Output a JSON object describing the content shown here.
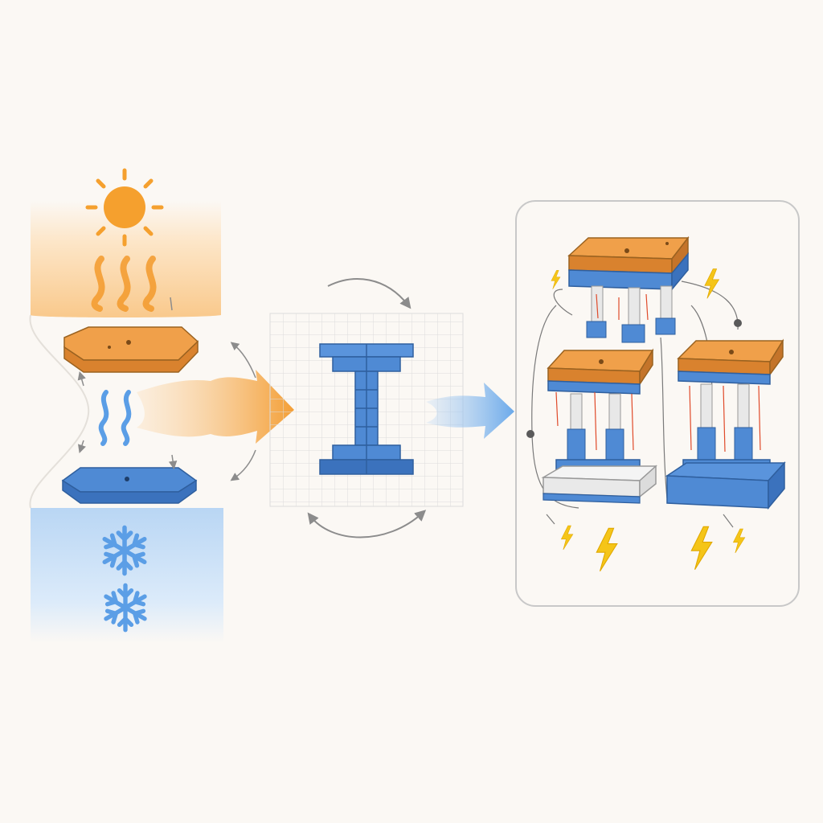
{
  "colors": {
    "background": "#fbf8f4",
    "hot": "#f39a2c",
    "hot_light": "#fbd9ad",
    "cold": "#4a86d0",
    "cold_light": "#cfe2f7",
    "plate_top": "#f0a04a",
    "block_blue": "#4f8ad4",
    "lightning": "#f5c518",
    "arrow_grey": "#8c8c8c",
    "grid_line": "#d9d9d9",
    "panel_border": "#c8c8c8"
  },
  "icons": {
    "hot_zone": [
      "sun-icon",
      "heat-wave-icon"
    ],
    "cold_zone": [
      "snowflake-icon",
      "snowflake-icon"
    ],
    "output": [
      "lightning-icon"
    ]
  },
  "stages": [
    {
      "name": "temperature-gradient",
      "elements": [
        "hot-plate",
        "cold-plate",
        "heat-flow-arrow"
      ]
    },
    {
      "name": "i-beam-unit",
      "elements": [
        "grid-background",
        "i-beam",
        "cycle-arrows"
      ]
    },
    {
      "name": "generator-modules",
      "elements": [
        "module-top",
        "module-left",
        "module-right",
        "lightning-bolts"
      ]
    }
  ]
}
